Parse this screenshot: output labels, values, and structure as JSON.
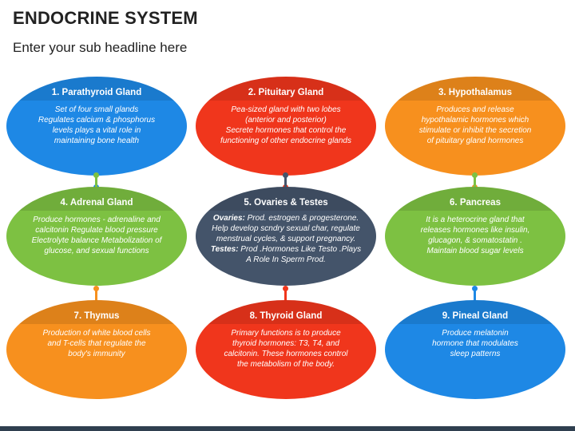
{
  "header": {
    "title": "ENDOCRINE SYSTEM",
    "subtitle": "Enter your sub headline here"
  },
  "colors": {
    "blue": "#1e88e5",
    "red": "#f0361c",
    "orange": "#f7901e",
    "green": "#7dc142",
    "slate": "#44546a"
  },
  "cards": [
    {
      "title": "1. Parathyroid Gland",
      "color": "#1e88e5",
      "lines": [
        "Set of four small glands",
        "Regulates calcium & phosphorus",
        "levels plays a vital role in",
        "maintaining bone health"
      ]
    },
    {
      "title": "2. Pituitary Gland",
      "color": "#f0361c",
      "lines": [
        "Pea-sized gland with two lobes",
        "(anterior and posterior)",
        "Secrete hormones that control the",
        "functioning of other endocrine glands"
      ]
    },
    {
      "title": "3. Hypothalamus",
      "color": "#f7901e",
      "lines": [
        "Produces and release",
        "hypothalamic hormones which",
        "stimulate or inhibit the secretion",
        "of pituitary gland hormones"
      ]
    },
    {
      "title": "4. Adrenal Gland",
      "color": "#7dc142",
      "lines": [
        "Produce hormones - adrenaline and",
        "calcitonin Regulate blood pressure",
        "Electrolyte balance Metabolization of",
        "glucose, and sexual functions"
      ]
    },
    {
      "title": "5. Ovaries & Testes",
      "color": "#44546a",
      "ovaries_label": "Ovaries:",
      "ovaries_text": " Prod. estrogen & progesterone.",
      "lines": [
        "Help develop scndry sexual char, regulate",
        "menstrual cycles, & support pregnancy."
      ],
      "testes_label": "Testes:",
      "testes_text": " Prod .Hormones Like Testo .Plays",
      "last_line": "A Role In Sperm Prod."
    },
    {
      "title": "6. Pancreas",
      "color": "#7dc142",
      "lines": [
        "It is a heterocrine gland that",
        "releases hormones like insulin,",
        "glucagon, & somatostatin .",
        "Maintain blood sugar levels"
      ]
    },
    {
      "title": "7. Thymus",
      "color": "#f7901e",
      "lines": [
        "Production of white blood cells",
        "and T-cells that regulate the",
        "body's immunity"
      ]
    },
    {
      "title": "8. Thyroid Gland",
      "color": "#f0361c",
      "lines": [
        "Primary functions is to produce",
        "thyroid hormones: T3, T4, and",
        "calcitonin. These hormones control",
        "the metabolism of the body."
      ]
    },
    {
      "title": "9. Pineal Gland",
      "color": "#1e88e5",
      "lines": [
        "Produce melatonin",
        "hormone that modulates",
        "sleep patterns"
      ]
    }
  ]
}
